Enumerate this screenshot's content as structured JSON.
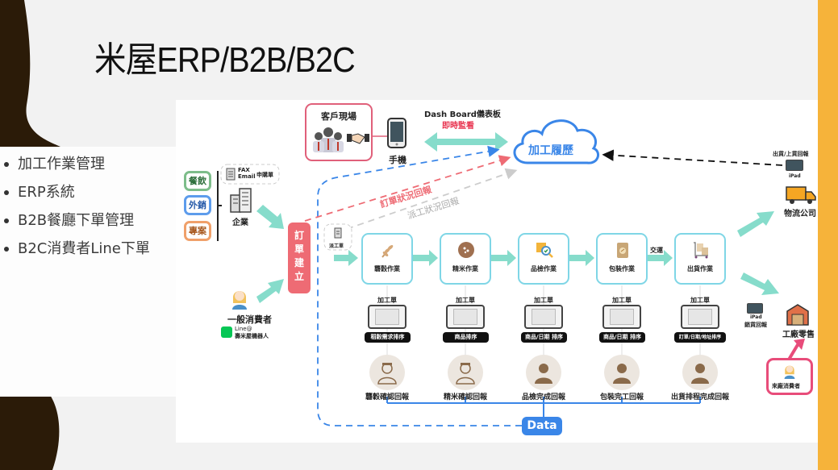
{
  "slide": {
    "title": "米屋ERP/B2B/B2C",
    "colors": {
      "left_deco": "#2b1b08",
      "right_bar": "#f6b33a",
      "background": "#f2f2f2"
    }
  },
  "bullets": [
    {
      "text": "加工作業管理"
    },
    {
      "text": "ERP系統"
    },
    {
      "text": "B2B餐廳下單管理"
    },
    {
      "text": "B2C消費者Line下單"
    }
  ],
  "diagram": {
    "customer_site": {
      "label": "客戶現場",
      "icons": [
        "team-icon",
        "handshake-icon"
      ]
    },
    "phone": {
      "label": "手機",
      "icon": "smartphone-icon"
    },
    "dashboard": {
      "title": "Dash Board儀表板",
      "subtitle": "即時監看"
    },
    "cloud": {
      "label": "加工履歷",
      "icon": "cloud-icon"
    },
    "segments": [
      {
        "label": "餐飲",
        "color": "#7dbd8a"
      },
      {
        "label": "外銷",
        "color": "#5d9cec"
      },
      {
        "label": "專案",
        "color": "#f0a06a"
      }
    ],
    "fax_email": {
      "line1": "FAX",
      "line2": "Email",
      "suffix": "申購單",
      "icon": "document-icon"
    },
    "enterprise": {
      "label": "企業",
      "icon": "building-icon"
    },
    "consumer": {
      "label": "一般消費者",
      "line_title": "Line@",
      "line_bot": "壽米屋機器人",
      "icon": "woman-icon"
    },
    "order_create": {
      "chars": [
        "訂",
        "單",
        "建",
        "立"
      ]
    },
    "dispatch_sheet": {
      "label": "派工單",
      "icon": "document-icon"
    },
    "reports": {
      "order_status": "訂單狀況回報",
      "dispatch_status": "派工狀況回報"
    },
    "steps": [
      {
        "label": "礱穀作業",
        "icon": "wheat-icon",
        "sheet_title": "加工單",
        "sort_label": "稻穀需求排序",
        "worker_label": "礱穀確認回報"
      },
      {
        "label": "精米作業",
        "icon": "rice-bowl-icon",
        "sheet_title": "加工單",
        "sort_label": "商品排序",
        "worker_label": "精米確認回報"
      },
      {
        "label": "品檢作業",
        "icon": "inspection-icon",
        "sheet_title": "加工單",
        "sort_label": "商品/日期 排序",
        "worker_label": "品檢完成回報"
      },
      {
        "label": "包裝作業",
        "icon": "rice-bag-icon",
        "sheet_title": "加工單",
        "sort_label": "商品/日期 排序",
        "worker_label": "包裝完工回報"
      },
      {
        "label": "出貨作業",
        "icon": "cart-boxes-icon",
        "sheet_title": "加工單",
        "sort_label": "訂單/日期/地址排序",
        "worker_label": "出貨排程完成回報"
      }
    ],
    "handover_label": "交運",
    "shipping_report": {
      "label": "出貨/上貨回報",
      "device": "iPad"
    },
    "logistics": {
      "label": "物流公司",
      "icon": "truck-icon"
    },
    "sales_report": {
      "device": "iPad",
      "label": "銷貨回報"
    },
    "factory_retail": {
      "label": "工廠零售",
      "icon": "warehouse-icon"
    },
    "visitor": {
      "label": "來廠消費者",
      "icon": "woman-icon"
    },
    "data_label": "Data",
    "colors": {
      "blue": "#3a86e8",
      "red": "#ee6b74",
      "teal_arrow": "#86dccb",
      "step_border": "#7fd6e6",
      "pink": "#e84c7a",
      "gray_dash": "#cccccc"
    }
  }
}
